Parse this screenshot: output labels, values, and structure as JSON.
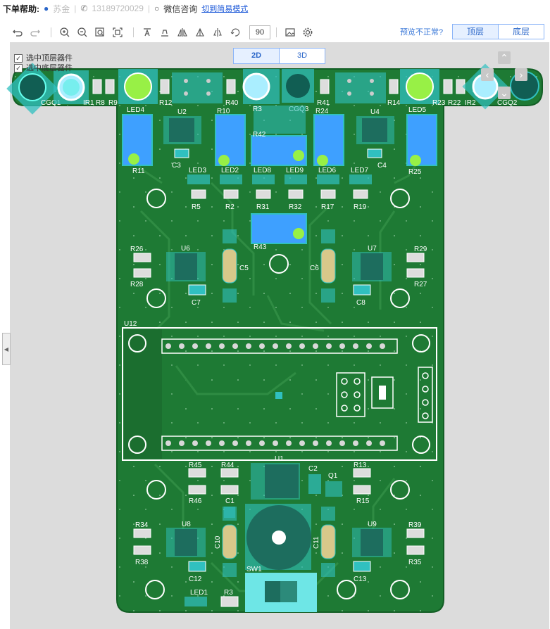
{
  "header": {
    "help_label": "下单帮助:",
    "contact_name": "苏金",
    "phone": "13189720029",
    "separator": "|",
    "wechat_label": "微信咨询",
    "simple_mode_link": "切到简易模式"
  },
  "toolbar": {
    "zoom_value": "90",
    "preview_issue": "预览不正常?",
    "layer_top": "顶层",
    "layer_bottom": "底层"
  },
  "viewer": {
    "select_top": "选中顶层器件",
    "select_bottom": "选中底层器件",
    "view_2d": "2D",
    "view_3d": "3D"
  },
  "pcb": {
    "board_color": "#1e7a34",
    "accent_color": "#4ed8d0",
    "labels": {
      "cgq1": "CGQ1",
      "ir1": "IR1",
      "r8": "R8",
      "r9": "R9",
      "led4": "LED4",
      "r12": "R12",
      "r40": "R40",
      "r3top": "R3",
      "cgq3": "CGQ3",
      "r41": "R41",
      "r14": "R14",
      "led5": "LED5",
      "r23": "R23",
      "r22": "R22",
      "ir2": "IR2",
      "cgq2": "CGQ2",
      "u2": "U2",
      "r10": "R10",
      "r24": "R24",
      "u4": "U4",
      "r42": "R42",
      "r11": "R11",
      "c3": "C3",
      "c4": "C4",
      "r25": "R25",
      "led3": "LED3",
      "led2": "LED2",
      "led8": "LED8",
      "led9": "LED9",
      "led6": "LED6",
      "led7": "LED7",
      "r5": "R5",
      "r2": "R2",
      "r31": "R31",
      "r32": "R32",
      "r17": "R17",
      "r19": "R19",
      "r43": "R43",
      "r26": "R26",
      "u6": "U6",
      "c5": "C5",
      "c6": "C6",
      "u7": "U7",
      "r29": "R29",
      "r28": "R28",
      "r27": "R27",
      "c7": "C7",
      "c8": "C8",
      "u12": "U12",
      "r45": "R45",
      "r44": "R44",
      "u1": "U1",
      "c2": "C2",
      "r13": "R13",
      "q1": "Q1",
      "r46": "R46",
      "c1": "C1",
      "r15": "R15",
      "r34": "R34",
      "u8": "U8",
      "c10": "C10",
      "c11": "C11",
      "u9": "U9",
      "r39": "R39",
      "r38": "R38",
      "c12": "C12",
      "c13": "C13",
      "r35": "R35",
      "sw1": "SW1",
      "led1": "LED1",
      "r3": "R3"
    }
  }
}
